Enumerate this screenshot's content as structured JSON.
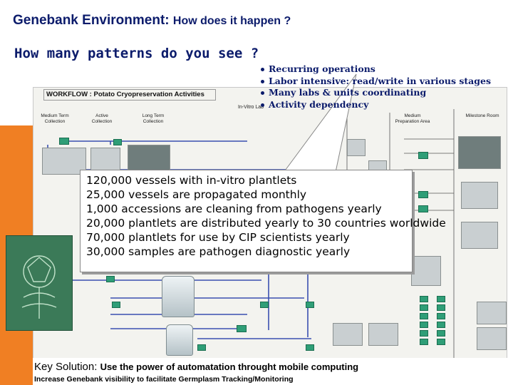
{
  "header": {
    "title_bold": "Genebank Environment:",
    "title_rest": "How does it happen ?",
    "question": "How many patterns do you see ?"
  },
  "bullets": [
    "Recurring operations",
    "Labor intensive: read/write in various stages",
    "Many labs & units coordinating",
    "Activity dependency"
  ],
  "workflow": {
    "title": "WORKFLOW : Potato Cryopreservation Activities",
    "subtitle": "In-Vitro Lab",
    "columns": [
      "Medium Term Collection",
      "Active Collection",
      "Long Term Collection",
      "Medium Preparation Area",
      "Milestone Room"
    ]
  },
  "callout": {
    "lines": [
      "120,000 vessels with in-vitro plantlets",
      "25,000 vessels are propagated  monthly",
      "1,000 accessions are cleaning from pathogens yearly",
      "20,000 plantlets are distributed yearly to 30 countries worldwide",
      "70,000 plantlets for use by CIP scientists yearly",
      "30,000 samples are pathogen diagnostic yearly"
    ]
  },
  "footer": {
    "key_label": "Key Solution:",
    "key_text": "Use the power of automatation throught mobile computing",
    "increase_text": "Increase Genebank visibility to facilitate Germplasm Tracking/Monitoring"
  },
  "colors": {
    "title": "#0b1b6b",
    "accent_orange": "#f07f23",
    "workflow_box": "#2f9e77"
  }
}
